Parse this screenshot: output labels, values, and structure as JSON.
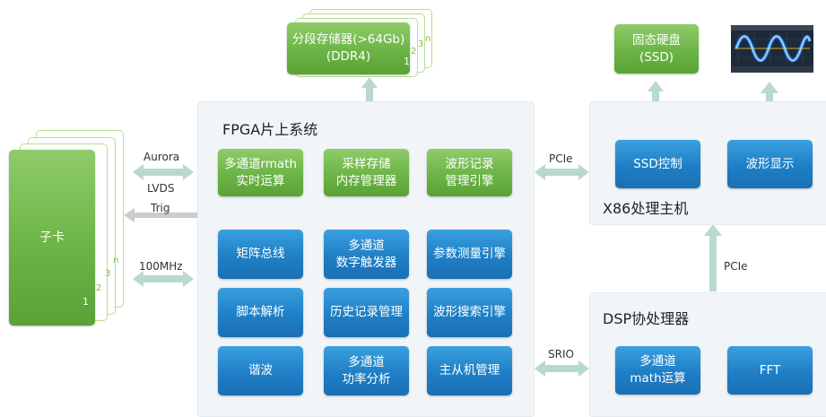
{
  "fpga": {
    "title": "FPGA片上系统",
    "rmath": "多通道rmath\n实时运算",
    "mem_mgr": "采样存储\n内存管理器",
    "wave_rec": "波形记录\n管理引擎",
    "matrix_bus": "矩阵总线",
    "trigger": "多通道\n数字触发器",
    "param": "参数测量引擎",
    "script": "脚本解析",
    "history": "历史记录管理",
    "wave_search": "波形搜索引擎",
    "harmonic": "谐波",
    "power": "多通道\n功率分析",
    "master_slave": "主从机管理"
  },
  "ddr": {
    "label": "分段存储器(>64Gb)\n(DDR4)",
    "stack_numbers": [
      "1",
      "2",
      "3",
      "n"
    ]
  },
  "daughter_card": {
    "label": "子卡",
    "stack_numbers": [
      "1",
      "2",
      "3",
      "n"
    ]
  },
  "ssd": {
    "label": "固态硬盘\n(SSD)"
  },
  "x86": {
    "title": "X86处理主机",
    "ssd_ctrl": "SSD控制",
    "wave_display": "波形显示"
  },
  "dsp": {
    "title": "DSP协处理器",
    "math": "多通道\nmath运算",
    "fft": "FFT"
  },
  "links": {
    "aurora": "Aurora",
    "lvds": "LVDS",
    "trig": "Trig",
    "clk": "100MHz",
    "pcie_fpga_x86": "PCIe",
    "pcie_dsp_x86": "PCIe",
    "srio": "SRIO"
  },
  "colors": {
    "blue": "#1f7fc6",
    "green": "#6cb446",
    "arrow": "#b9d8cf",
    "panel": "#f1f5f7"
  }
}
